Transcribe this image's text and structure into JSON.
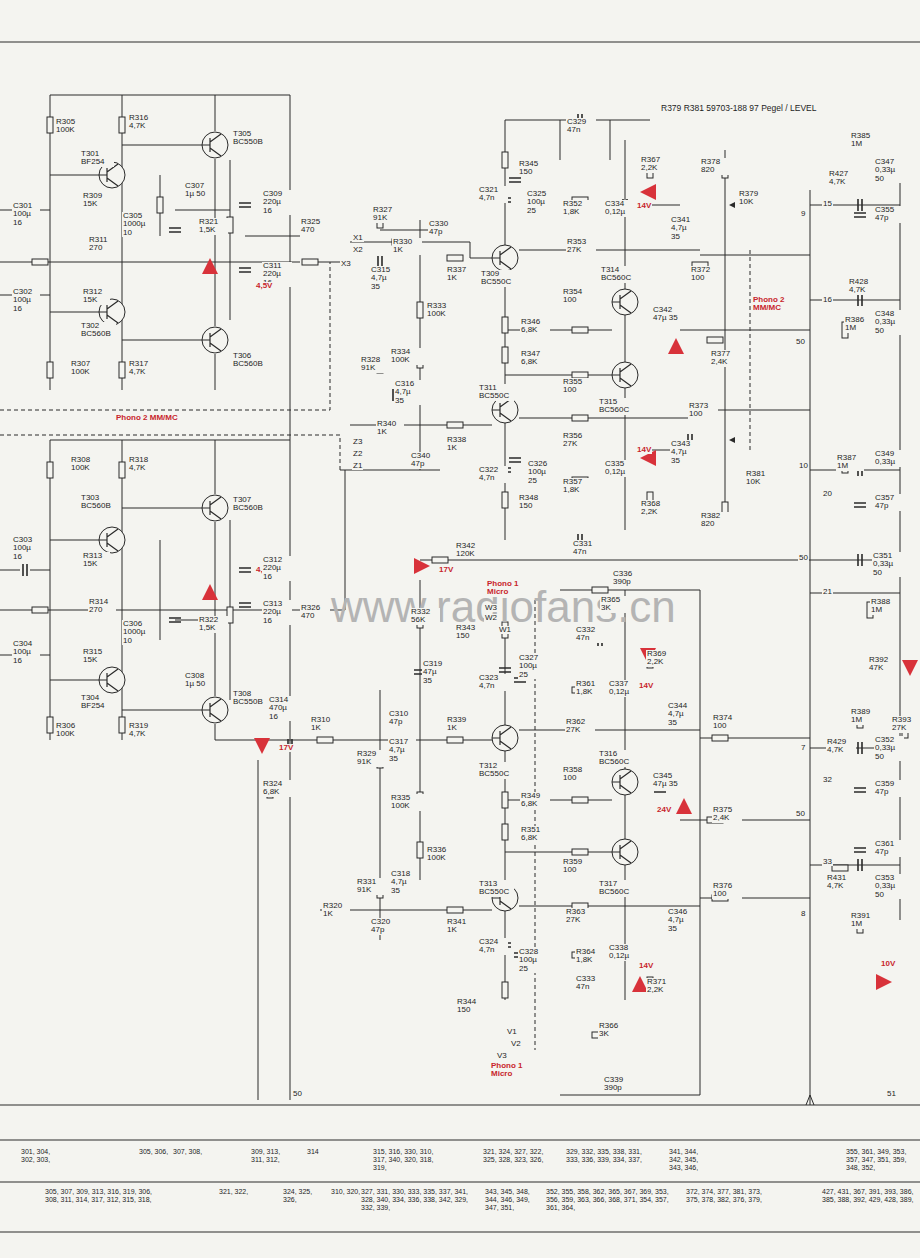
{
  "diagram": {
    "labels": [
      "R379 R381 59703-188 97 Pegel / LEVEL",
      "R305 100K",
      "R316 4,7K",
      "T301 BF254",
      "T305 BC550B",
      "C307 1µ 50",
      "C301 100µ 16",
      "R309 15K",
      "C305 1000µ 10",
      "C309 220µ 16",
      "R321 1,5K",
      "R311 270",
      "R325 470",
      "C311 220µ 16",
      "4,5V",
      "R312 15K",
      "C302 100µ 16",
      "T302 BC560B",
      "T306 BC560B",
      "R307 100K",
      "R317 4,7K",
      "Phono 2 MM/MC",
      "R327 91K",
      "C330 47p",
      "X1",
      "X2",
      "X3",
      "R330 1K",
      "C315 4,7µ 35",
      "R337 1K",
      "R333 100K",
      "R334 100K",
      "R328 91K",
      "C316 4,7µ 35",
      "R340 1K",
      "R338 1K",
      "C340 47p",
      "Z3",
      "Z2",
      "Z1",
      "C329 47n",
      "R345 150",
      "C321 4,7n",
      "C325 100µ 25",
      "R352 1,8K",
      "C334 0,12µ",
      "R367 2,2K",
      "14V",
      "R378 820",
      "R379 10K",
      "C341 4,7µ 35",
      "R353 27K",
      "T309 BC550C",
      "R372 100",
      "R354 100",
      "T314 BC560C",
      "R346 6,8K",
      "C342 47µ 35",
      "R377 2,4K",
      "Phono 2 MM/MC",
      "R347 6,8K",
      "R355 100",
      "T315 BC560C",
      "T311 BC550C",
      "R373 100",
      "R356 27K",
      "C343 4,7µ 35",
      "R381 10K",
      "C322 4,7n",
      "C326 100µ 25",
      "R357 1,8K",
      "C335 0,12µ",
      "14V",
      "R368 2,2K",
      "R382 820",
      "R348 150",
      "C331 47n",
      "9",
      "50",
      "10",
      "R308 100K",
      "R318 4,7K",
      "T303 BC560B",
      "T307 BC560B",
      "C303 100µ 16",
      "R313 15K",
      "4,5V",
      "C312 220µ 16",
      "R314 270",
      "R322 1,5K",
      "R326 470",
      "C306 1000µ 10",
      "C313 220µ 16",
      "R315 15K",
      "C304 100µ 16",
      "T304 BF254",
      "C308 1µ 50",
      "T308 BC550B",
      "R306 100K",
      "R319 4,7K",
      "C314 470µ 16",
      "17V",
      "R324 6,8K",
      "R342 120K",
      "17V",
      "Phono 1 Micro",
      "W3",
      "W2",
      "W1",
      "C336 390p",
      "R365 3K",
      "R332 56K",
      "R343 150",
      "C332 47n",
      "R369 2,2K",
      "C327 100µ 25",
      "C319 47µ 35",
      "R361 1,8K",
      "C337 0,12µ",
      "14V",
      "C323 4,7n",
      "R310 1K",
      "C310 47p",
      "R339 1K",
      "C344 4,7µ 35",
      "R374 100",
      "R362 27K",
      "C317 4,7µ 35",
      "R329 91K",
      "T312 BC550C",
      "R358 100",
      "T316 BC560C",
      "C345 47µ 35",
      "24V",
      "R375 2,4K",
      "R335 100K",
      "R349 6,8K",
      "R351 6,8K",
      "R336 100K",
      "R359 100",
      "T317 BC560C",
      "R331 91K",
      "C318 4,7µ 35",
      "T313 BC550C",
      "R320 1K",
      "R341 1K",
      "R363 27K",
      "C346 4,7µ 35",
      "R376 100",
      "C320 47p",
      "C324 4,7n",
      "C328 100µ 25",
      "R364 1,8K",
      "C338 0,12µ",
      "14V",
      "C333 47n",
      "R371 2,2K",
      "R344 150",
      "V1",
      "V2",
      "V3",
      "Phono 1 Micro",
      "R366 3K",
      "C339 390p",
      "7",
      "50",
      "8",
      "50",
      "51",
      "R385 1M",
      "C347 0,33µ 50",
      "R427 4,7K",
      "15",
      "C355 47p",
      "R428 4,7K",
      "16",
      "R386 1M",
      "C348 0,33µ 50",
      "R387 1M",
      "C349 0,33µ",
      "20",
      "C357 47p",
      "50",
      "C351 0,33µ 50",
      "21",
      "R388 1M",
      "R392 47K",
      "R389 1M",
      "R393 27K",
      "R429 4,7K",
      "C352 0,33µ 50",
      "32",
      "C359 47p",
      "C361 47p",
      "33",
      "R431 4,7K",
      "C353 0,33µ 50",
      "R391 1M",
      "10V",
      "www.radiofans.cn",
      "301, 304, 302, 303,",
      "305, 306,",
      "307, 308,",
      "309, 313, 311, 312,",
      "314",
      "315, 316, 330, 310, 317, 340, 320, 318, 319,",
      "321, 324, 327, 322, 325, 328, 323, 326,",
      "329, 332, 335, 338, 331, 333, 336, 339, 334, 337,",
      "341, 344, 342, 345, 343, 346,",
      "355, 361, 349, 353, 357, 347, 351, 359, 348, 352,",
      "305, 307, 309, 313, 316, 319, 306, 308, 311, 314, 317, 312, 315, 318,",
      "321, 322,",
      "324, 325, 326,",
      "310, 320,",
      "327, 331, 330, 333, 335, 337, 341, 328, 340, 334, 336, 338, 342, 329, 332, 339,",
      "343, 345, 348, 344, 346, 349, 347, 351,",
      "352, 355, 358, 362, 365, 367, 369, 353, 356, 359, 363, 366, 368, 371, 354, 357, 361, 364,",
      "372, 374, 377, 381, 373, 375, 378, 382, 376, 379,",
      "427, 431, 367, 391, 393, 386, 385, 388, 392, 429, 428, 389,"
    ]
  }
}
